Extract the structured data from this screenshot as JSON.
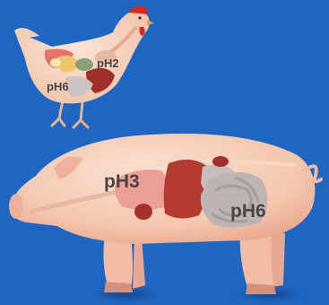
{
  "chicken": {
    "label_crop": "pH2",
    "label_intestine": "pH6"
  },
  "pig": {
    "label_stomach": "pH3",
    "label_intestine": "pH6"
  },
  "colors": {
    "background": "#1f66c2",
    "skin": "#f6cdb6",
    "organ_red": "#9e2f2a",
    "organ_grey": "#b9b2b2",
    "label_text": "#4a4446"
  }
}
